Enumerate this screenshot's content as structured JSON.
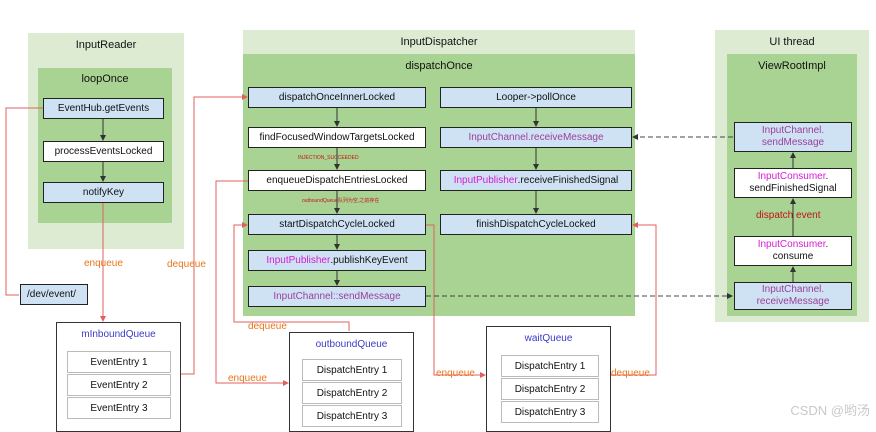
{
  "input_reader": {
    "title": "InputReader",
    "loop_title": "loopOnce",
    "get_events": "EventHub.getEvents",
    "process_events": "processEventsLocked",
    "notify_key": "notifyKey"
  },
  "input_dispatcher": {
    "title": "InputDispatcher",
    "dispatch_title": "dispatchOnce",
    "inner_locked": "dispatchOnceInnerLocked",
    "find_window": "findFocusedWindowTargetsLocked",
    "enqueue_entries": "enqueueDispatchEntriesLocked",
    "start_cycle": "startDispatchCycleLocked",
    "publish_prefix": "InputPublisher",
    "publish_suffix": ".publishKeyEvent",
    "send_message": "InputChannel::sendMessage",
    "looper": "Looper->pollOnce",
    "receive_message": "InputChannel.receiveMessage",
    "finished_prefix": "InputPublisher",
    "finished_suffix": ".receiveFinishedSignal",
    "finish_cycle": "finishDispatchCycleLocked",
    "injection_note": "INJECTION_SUCCEEDED",
    "outbound_note": "outboundQueue队列为空,之前存在"
  },
  "ui_thread": {
    "title": "UI thread",
    "root_title": "ViewRootImpl",
    "channel_send_1": "InputChannel.",
    "channel_send_2": "sendMessage",
    "consumer_finished_1": "InputConsumer",
    "consumer_finished_1b": ".",
    "consumer_finished_2": "sendFinishedSignal",
    "dispatch_event": "dispatch event",
    "consumer_consume_1": "InputConsumer",
    "consumer_consume_1b": ".",
    "consumer_consume_2": "consume",
    "channel_receive_1": "InputChannel.",
    "channel_receive_2": "receiveMessage"
  },
  "dev_event": "/dev/event/",
  "labels": {
    "enqueue_1": "enqueue",
    "dequeue_1": "dequeue",
    "dequeue_2": "dequeue",
    "enqueue_2": "enqueue",
    "enqueue_3": "enqueue",
    "dequeue_3": "dequeue"
  },
  "queues": {
    "inbound": {
      "title": "mInboundQueue",
      "entries": [
        "EventEntry 1",
        "EventEntry 2",
        "EventEntry 3"
      ]
    },
    "outbound": {
      "title": "outboundQueue",
      "entries": [
        "DispatchEntry 1",
        "DispatchEntry 2",
        "DispatchEntry 3"
      ]
    },
    "wait": {
      "title": "waitQueue",
      "entries": [
        "DispatchEntry 1",
        "DispatchEntry 2",
        "DispatchEntry 3"
      ]
    }
  },
  "watermark": "CSDN @哟汤",
  "colors": {
    "panel_outer": "#dcebd2",
    "panel_inner": "#a9d392",
    "box_blue": "#cfe2f3",
    "link_red": "#e8761b",
    "label_orange": "#e8761b",
    "magenta": "#d41bd1"
  }
}
